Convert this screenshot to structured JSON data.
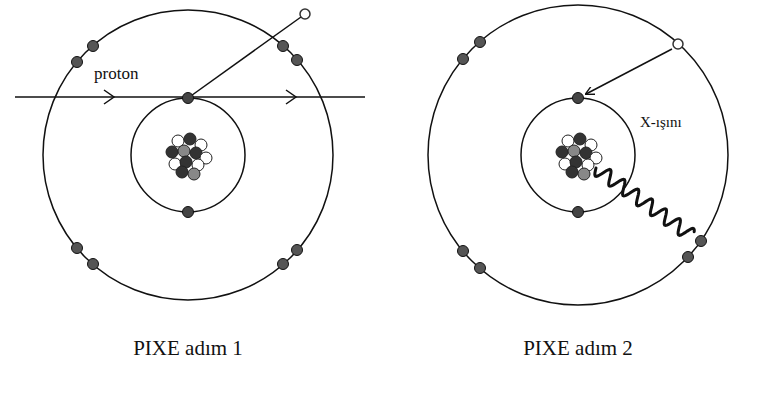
{
  "diagram": {
    "labels": [
      "proton",
      "X-ışını",
      "PIXE adım 1",
      "PIXE adım 2"
    ]
  }
}
